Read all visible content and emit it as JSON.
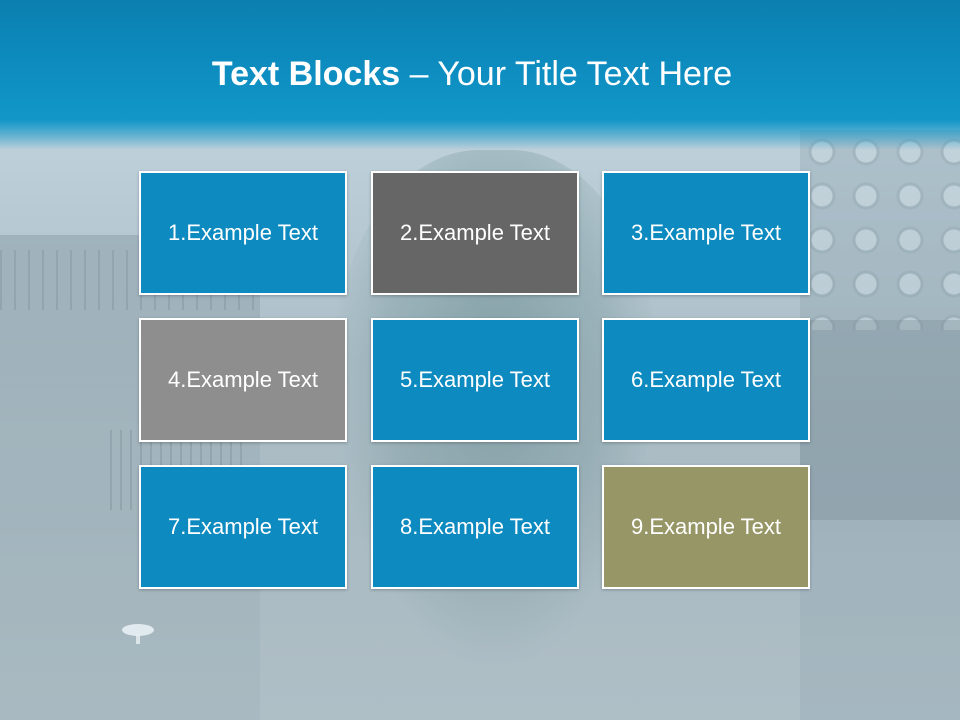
{
  "title": {
    "bold": "Text Blocks",
    "dash": " – ",
    "rest": "Your Title Text Here"
  },
  "colors": {
    "header": "#0e8fc2",
    "blue_block": "#0d8abf",
    "dark_gray_block": "#666666",
    "light_gray_block": "#8e8e8e",
    "olive_block": "#979667"
  },
  "blocks": [
    {
      "label": "1.Example Text",
      "color": "#0d8abf"
    },
    {
      "label": "2.Example Text",
      "color": "#666666"
    },
    {
      "label": "3.Example Text",
      "color": "#0d8abf"
    },
    {
      "label": "4.Example Text",
      "color": "#8e8e8e"
    },
    {
      "label": "5.Example Text",
      "color": "#0d8abf"
    },
    {
      "label": "6.Example Text",
      "color": "#0d8abf"
    },
    {
      "label": "7.Example Text",
      "color": "#0d8abf"
    },
    {
      "label": "8.Example Text",
      "color": "#0d8abf"
    },
    {
      "label": "9.Example Text",
      "color": "#979667"
    }
  ]
}
